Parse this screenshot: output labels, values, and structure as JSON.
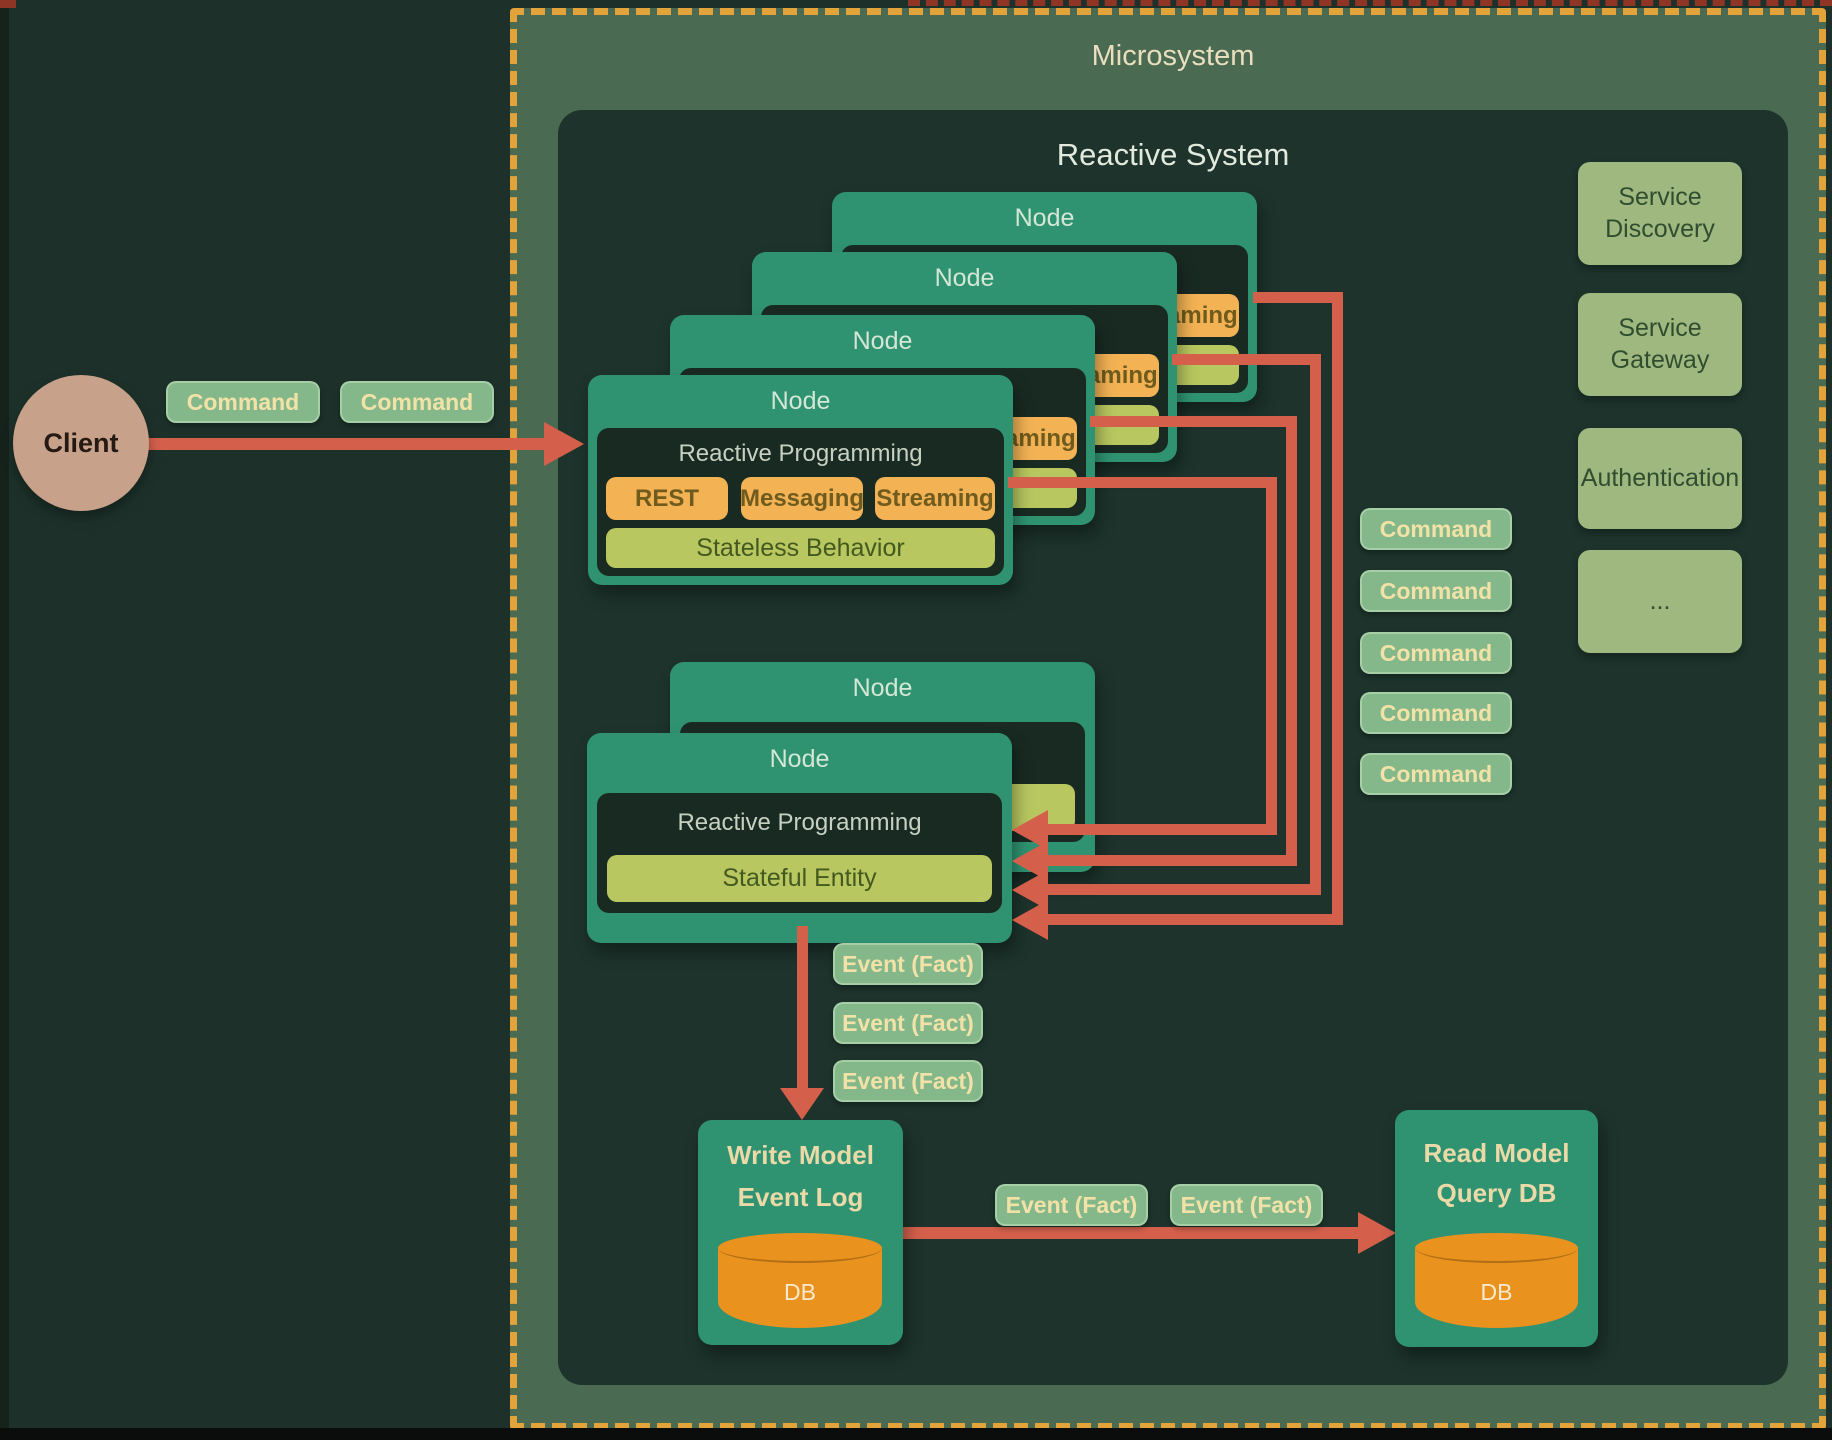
{
  "client": {
    "label": "Client",
    "commands": [
      "Command",
      "Command"
    ]
  },
  "microsystem": {
    "title": "Microsystem"
  },
  "reactive_system": {
    "title": "Reactive System"
  },
  "stateless_stack": {
    "node_title": "Node",
    "rp_label": "Reactive Programming",
    "badges": [
      "REST",
      "Messaging",
      "Streaming"
    ],
    "bar_label": "Stateless Behavior"
  },
  "stateful_stack": {
    "node_title": "Node",
    "rp_label": "Reactive Programming",
    "bar_label": "Stateful Entity"
  },
  "commands_column": {
    "labels": [
      "Command",
      "Command",
      "Command",
      "Command",
      "Command"
    ]
  },
  "services": {
    "items": [
      {
        "line1": "Service",
        "line2": "Discovery"
      },
      {
        "line1": "Service",
        "line2": "Gateway"
      },
      {
        "line1": "Authentication",
        "line2": ""
      },
      {
        "line1": "...",
        "line2": ""
      }
    ]
  },
  "events": {
    "column": [
      "Event (Fact)",
      "Event (Fact)",
      "Event (Fact)"
    ],
    "flow": [
      "Event (Fact)",
      "Event (Fact)"
    ]
  },
  "write_model": {
    "title": "Write Model",
    "subtitle": "Event Log",
    "db": "DB"
  },
  "read_model": {
    "title": "Read Model",
    "subtitle": "Query DB",
    "db": "DB"
  },
  "colors": {
    "node_green": "#2f9372",
    "panel_dark": "#192a23",
    "badge_orange": "#f3b254",
    "bar_yellow_green": "#b8c75f",
    "pill_green": "#84b88a",
    "service_green": "#9eb87f",
    "arrow_red": "#d4604c",
    "boundary_orange": "#e3a33b",
    "client_tan": "#c7a189",
    "db_orange": "#ea921e"
  }
}
